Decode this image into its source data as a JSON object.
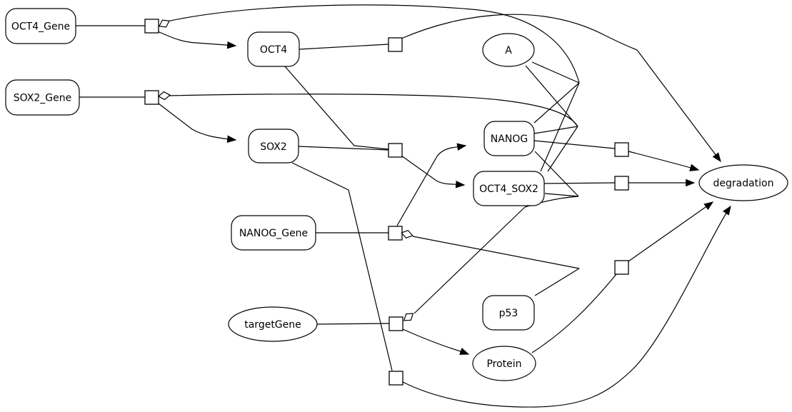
{
  "diagram": {
    "kind": "biochemical reaction network graph",
    "background_color": "#ffffff",
    "line_color": "#000000",
    "node_fill_color": "#ffffff",
    "nodes": {
      "oct4_gene": {
        "label": "OCT4_Gene",
        "shape": "rounded-rect"
      },
      "sox2_gene": {
        "label": "SOX2_Gene",
        "shape": "rounded-rect"
      },
      "nanog_gene": {
        "label": "NANOG_Gene",
        "shape": "rounded-rect"
      },
      "target_gene": {
        "label": "targetGene",
        "shape": "ellipse"
      },
      "oct4": {
        "label": "OCT4",
        "shape": "rounded-rect"
      },
      "sox2": {
        "label": "SOX2",
        "shape": "rounded-rect"
      },
      "nanog": {
        "label": "NANOG",
        "shape": "rounded-rect"
      },
      "oct4_sox2": {
        "label": "OCT4_SOX2",
        "shape": "rounded-rect"
      },
      "a": {
        "label": "A",
        "shape": "ellipse"
      },
      "p53": {
        "label": "p53",
        "shape": "rounded-rect"
      },
      "protein": {
        "label": "Protein",
        "shape": "ellipse"
      },
      "degradation": {
        "label": "degradation",
        "shape": "ellipse"
      }
    },
    "reaction_square_count": 10,
    "modifier_diamond_count": 4,
    "arrowhead_style": "filled-triangle"
  }
}
